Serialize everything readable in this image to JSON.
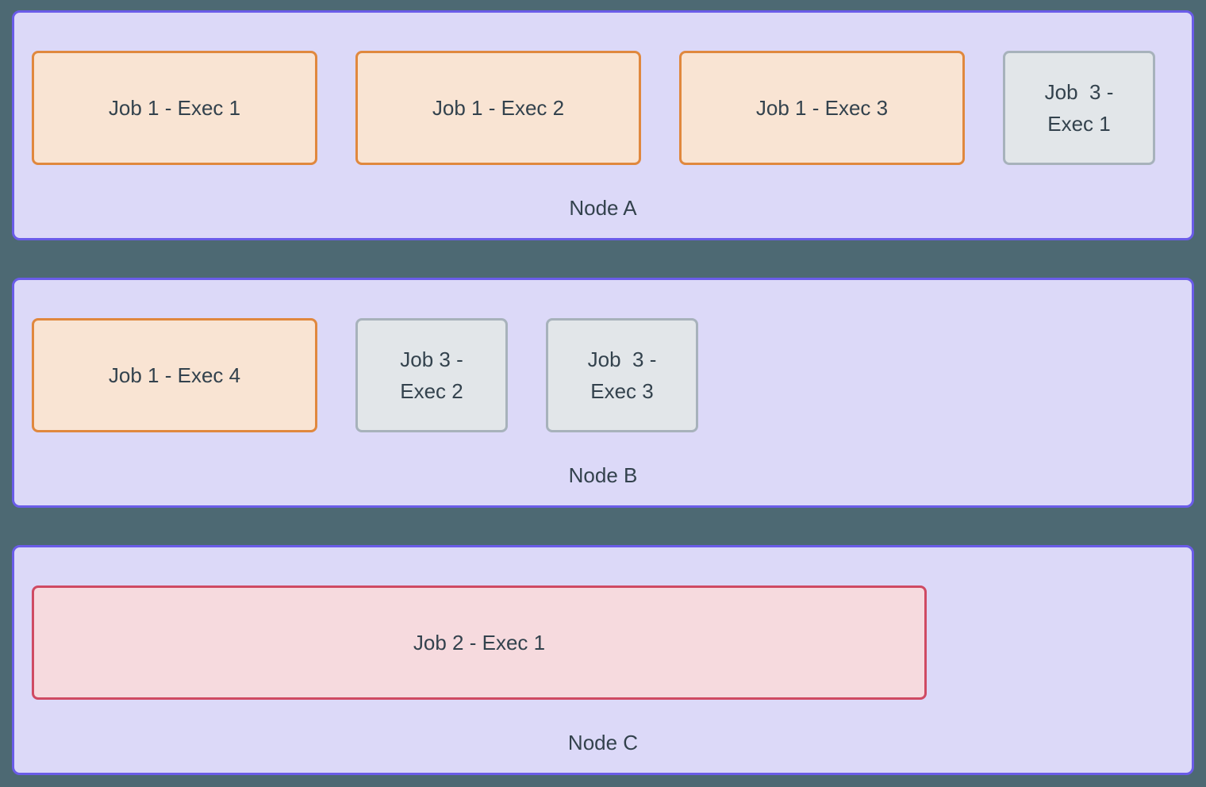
{
  "colors": {
    "page_background": "#4d6973",
    "node_fill": "#dcd9f8",
    "node_border": "#6a5ce8",
    "job1_fill": "#f9e4d3",
    "job1_border": "#e0883e",
    "job2_fill": "#f6dade",
    "job2_border": "#cf4a63",
    "job3_fill": "#e2e6e9",
    "job3_border": "#a7b2bb",
    "text": "#33424d"
  },
  "diagram": {
    "nodes": [
      {
        "label": "Node A",
        "jobs": [
          {
            "text": "Job 1 - Exec 1"
          },
          {
            "text": "Job 1 - Exec 2"
          },
          {
            "text": "Job 1 - Exec 3"
          },
          {
            "text": "Job  3 -\nExec 1"
          }
        ]
      },
      {
        "label": "Node B",
        "jobs": [
          {
            "text": "Job 1 - Exec 4"
          },
          {
            "text": "Job 3 -\nExec 2"
          },
          {
            "text": "Job  3 -\nExec 3"
          }
        ]
      },
      {
        "label": "Node C",
        "jobs": [
          {
            "text": "Job 2 - Exec 1"
          }
        ]
      }
    ]
  }
}
